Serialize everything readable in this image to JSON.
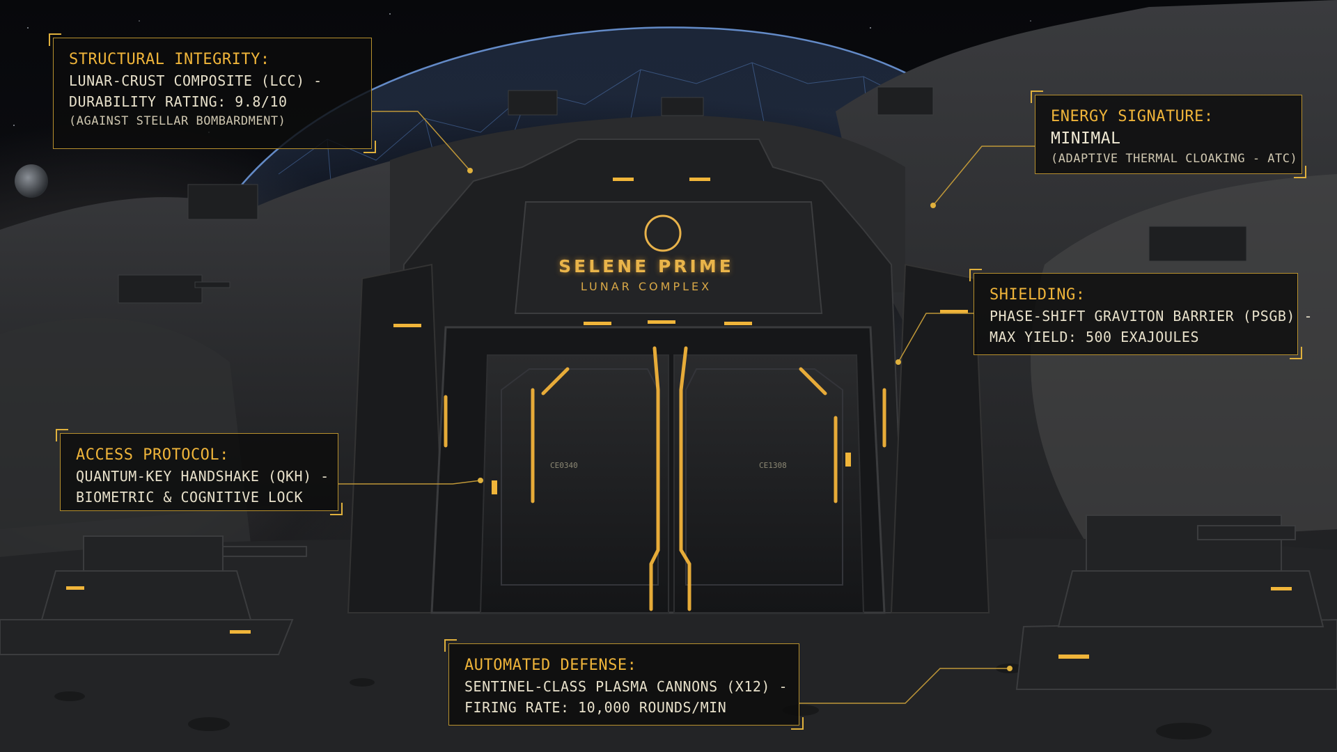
{
  "emblem": {
    "icon": "crescent-moon-icon",
    "title": "SELENE PRIME",
    "subtitle": "LUNAR COMPLEX"
  },
  "door_codes": {
    "left": "CE0340",
    "right": "CE1308"
  },
  "panels": {
    "structural": {
      "heading": "STRUCTURAL INTEGRITY:",
      "line1": "LUNAR-CRUST COMPOSITE (LCC) -",
      "line2": "DURABILITY RATING: 9.8/10",
      "line3": "(AGAINST STELLAR BOMBARDMENT)"
    },
    "energy": {
      "heading": "ENERGY SIGNATURE:",
      "line1": "MINIMAL",
      "line2": "(ADAPTIVE THERMAL CLOAKING - ATC)"
    },
    "shielding": {
      "heading": "SHIELDING:",
      "line1": "PHASE-SHIFT GRAVITON BARRIER (PSGB) -",
      "line2": "MAX YIELD: 500 EXAJOULES"
    },
    "access": {
      "heading": "ACCESS PROTOCOL:",
      "line1": "QUANTUM-KEY HANDSHAKE (QKH) -",
      "line2": "BIOMETRIC & COGNITIVE LOCK"
    },
    "defense": {
      "heading": "AUTOMATED DEFENSE:",
      "line1": "SENTINEL-CLASS PLASMA CANNONS (x12) -",
      "line2": "FIRING RATE: 10,000 ROUNDS/MIN"
    }
  },
  "colors": {
    "accent": "#f0b53a",
    "frame": "#b8912e",
    "shield": "#6fa8ff"
  }
}
